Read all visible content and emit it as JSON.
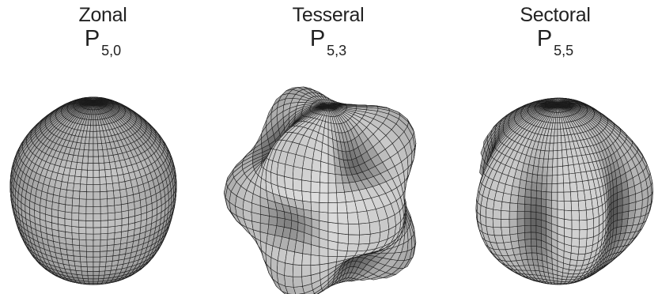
{
  "panels": [
    {
      "title": "Zonal",
      "symbol": "P",
      "subscript": "5,0",
      "harmonic": {
        "l": 5,
        "m": 0
      }
    },
    {
      "title": "Tesseral",
      "symbol": "P",
      "subscript": "5,3",
      "harmonic": {
        "l": 5,
        "m": 3
      }
    },
    {
      "title": "Sectoral",
      "symbol": "P",
      "subscript": "5,5",
      "harmonic": {
        "l": 5,
        "m": 5
      }
    }
  ],
  "colors": {
    "background": "#ffffff",
    "text": "#222222",
    "mesh": "#1a1a1a",
    "light": "#ececec",
    "dark": "#3a3a3a"
  }
}
